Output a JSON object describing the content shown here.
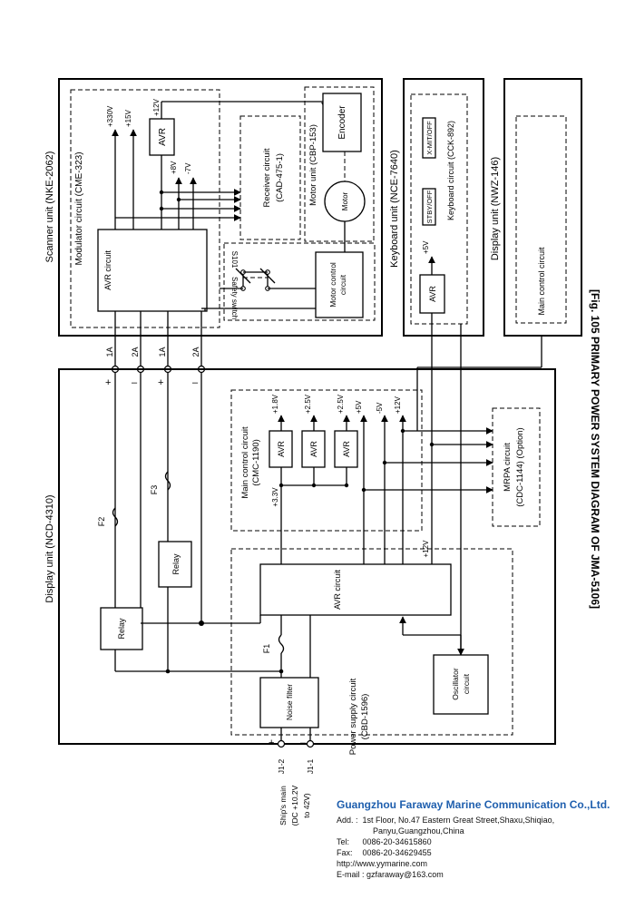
{
  "figure": {
    "caption": "[Fig. 105   PRIMARY POWER SYSTEM DIAGRAM OF JMA-5106]"
  },
  "scanner_unit": {
    "title": "Scanner unit (NKE-2062)",
    "modulator": "Modulator circuit  (CME-323)",
    "avr_circuit": "AVR circuit",
    "avr": "AVR",
    "v330": "+330V",
    "v15": "+15V",
    "v12": "+12V",
    "v8": "+8V",
    "vm7": "-7V",
    "receiver_line1": "Receiver circuit",
    "receiver_line2": "(CAD-475-1)",
    "motor_unit": "Motor unit (CBP-153)",
    "encoder": "Encoder",
    "motor": "Motor",
    "safety_switch_id": "S101",
    "safety_switch": "Safety switch",
    "motor_control_line1": "Motor control",
    "motor_control_line2": "circuit"
  },
  "cables": {
    "fuse_1a_a": "1A",
    "fuse_2a_a": "2A",
    "fuse_1a_b": "1A",
    "fuse_2a_b": "2A",
    "plus": "+",
    "minus": "–"
  },
  "keyboard_unit": {
    "title": "Keyboard unit (NCE-7640)",
    "v5": "+5V",
    "avr": "AVR",
    "stby": "STBY/OFF",
    "xmit": "X-MIT/OFF",
    "circuit": "Keyboard circuit (CCK-892)"
  },
  "display_nwz": {
    "title": "Display unit (NWZ-146)",
    "main_control": "Main control circuit"
  },
  "display_unit": {
    "title": "Display unit (NCD-4310)",
    "f1": "F1",
    "f2": "F2",
    "f3": "F3",
    "relay_a": "Relay",
    "relay_b": "Relay",
    "main_control_line1": "Main control circuit",
    "main_control_line2": "(CMC-1190)",
    "v18": "+1.8V",
    "v25a": "+2.5V",
    "v25b": "+2.5V",
    "v5": "+5V",
    "vm5": "-5V",
    "v12": "+12V",
    "v33": "+3.3V",
    "avr": "AVR",
    "avr_circuit": "AVR circuit",
    "v12b": "+12V",
    "mrpa_line1": "MRPA circuit",
    "mrpa_line2": "(CDC-1144)  (Option)",
    "noise_filter": "Noise filter",
    "psu_line1": "Power supply circuit",
    "psu_line2": "(CBD-1596)",
    "osc_line1": "Oscillator",
    "osc_line2": "circuit"
  },
  "ships_main": {
    "j12": "J1-2",
    "j11": "J1-1",
    "plus": "+",
    "minus": "–",
    "line1": "Ship's main",
    "line2": "(DC +10.2V",
    "line3": "to 42V)"
  },
  "company": {
    "name": "Guangzhou Faraway Marine Communication Co.,Ltd.",
    "add_label": "Add. :",
    "add_line1": "1st Floor, No.47 Eastern Great Street,Shaxu,Shiqiao,",
    "add_line2": "Panyu,Guangzhou,China",
    "tel_label": "Tel:",
    "tel": "0086-20-34615860",
    "fax_label": "Fax:",
    "fax": "0086-20-34629455",
    "web": "http://www.yymarine.com",
    "email_label": "E-mail :",
    "email": "gzfaraway@163.com"
  }
}
